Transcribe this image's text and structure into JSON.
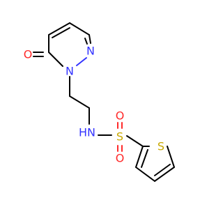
{
  "molecule": {
    "atoms": {
      "o_carbonyl": "O",
      "n1_ring": "N",
      "n2_ring": "N",
      "n_amide": "N",
      "h_amide": "H",
      "s_sulfonyl": "S",
      "o_sulfonyl_top": "O",
      "o_sulfonyl_bottom": "O",
      "s_thiophene": "S"
    },
    "colors": {
      "bond": "#000000",
      "nitrogen": "#3333ff",
      "oxygen": "#ff2a2a",
      "sulfur": "#c8a800"
    }
  }
}
